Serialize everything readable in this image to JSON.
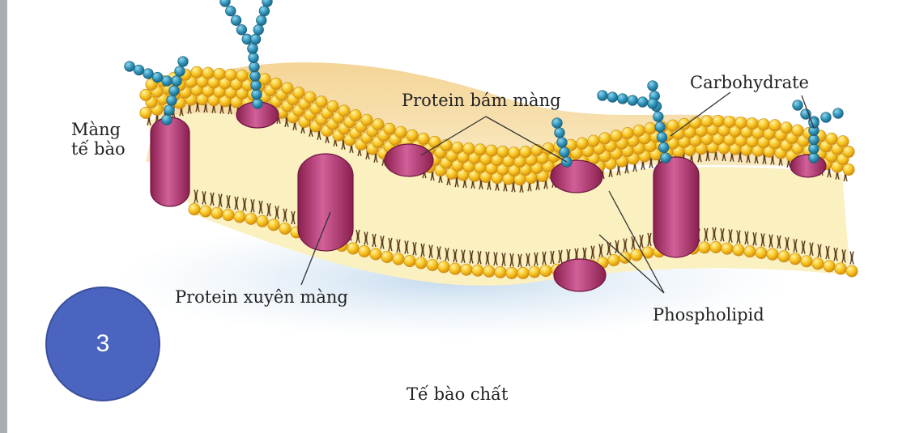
{
  "labels": {
    "membrane_line1": "Màng",
    "membrane_line2": "tế bào",
    "peripheral_protein": "Protein bám màng",
    "carbohydrate": "Carbohydrate",
    "integral_protein": "Protein xuyên màng",
    "phospholipid": "Phospholipid",
    "cytoplasm": "Tế bào chất"
  },
  "badge": {
    "number": "3",
    "color": "#4a64bf"
  },
  "colors": {
    "phospholipid_head": "#f5c21b",
    "protein": "#b0336a",
    "carbohydrate_bead": "#2f93b8",
    "membrane_interior": "#fbf0c0",
    "background_glow": "#f1cf86"
  }
}
